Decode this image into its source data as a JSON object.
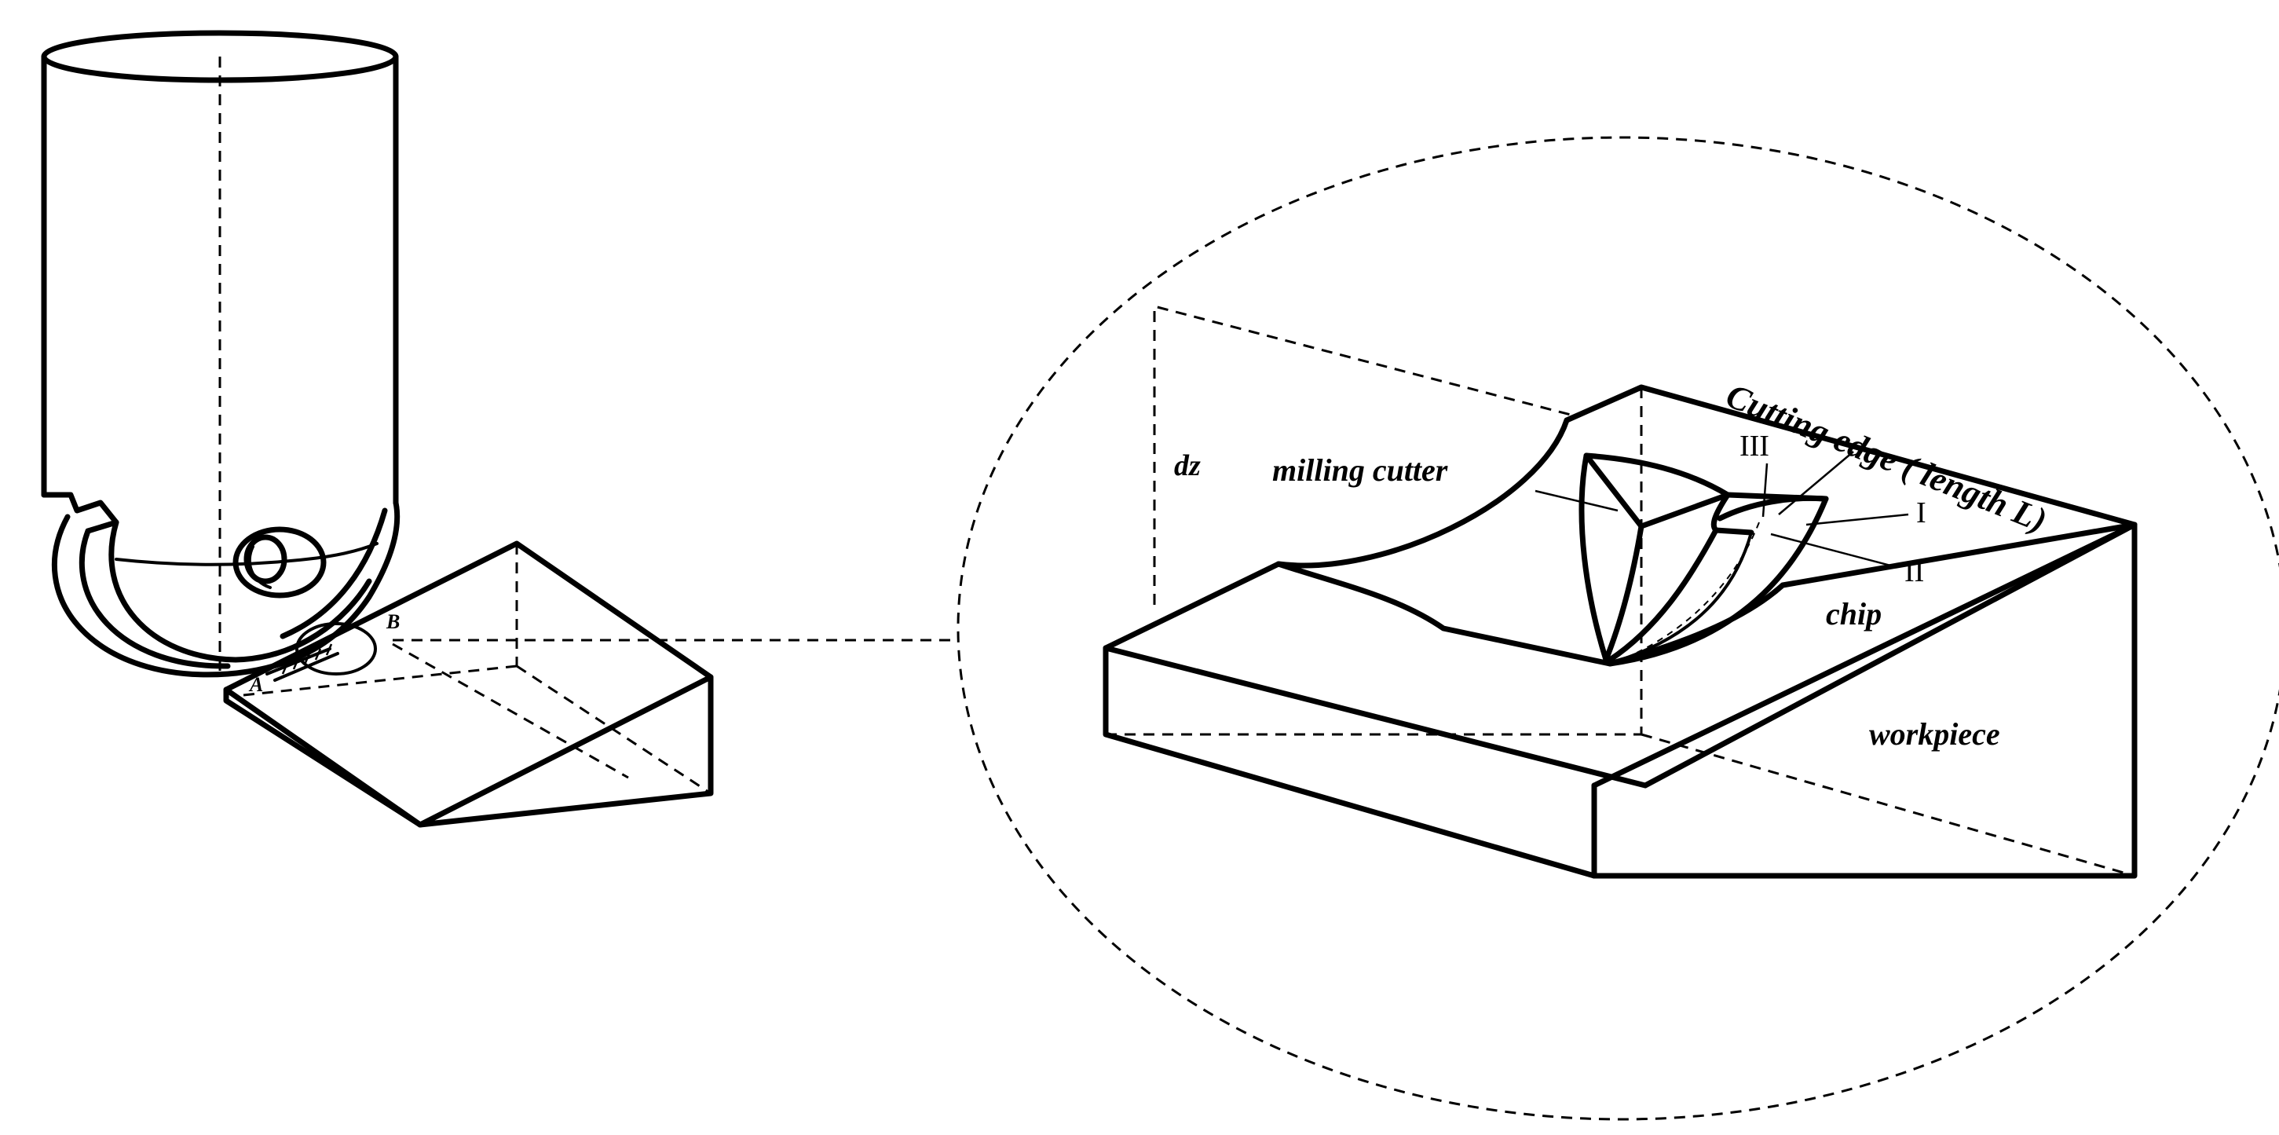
{
  "labels": {
    "point_a": "A",
    "point_b": "B",
    "dz": "dz",
    "milling_cutter": "milling cutter",
    "cutting_edge": "Cutting edge ( length L)",
    "region_i": "I",
    "region_ii": "II",
    "region_iii": "III",
    "chip": "chip",
    "workpiece": "workpiece"
  }
}
